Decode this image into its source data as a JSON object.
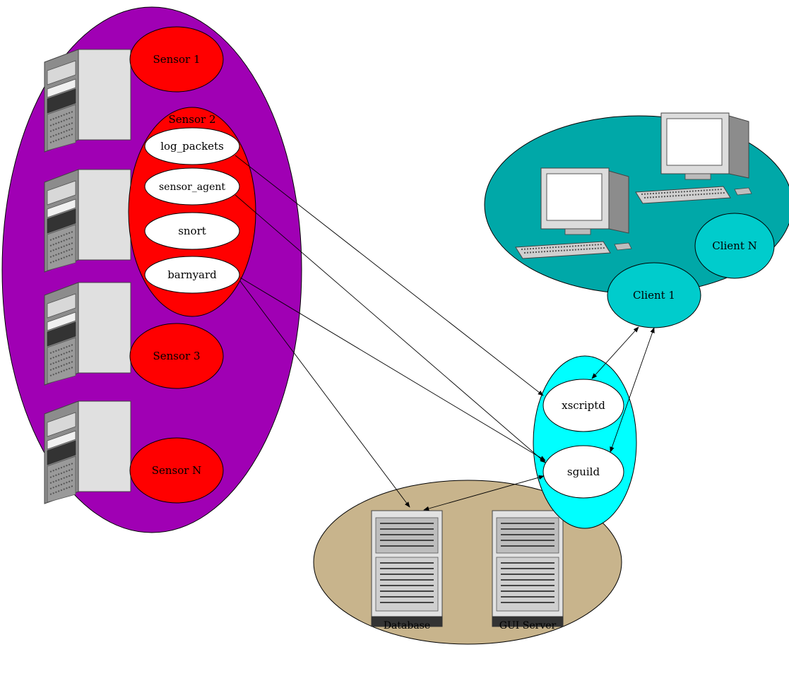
{
  "diagram": {
    "sensors": {
      "sensor1": "Sensor 1",
      "sensor2": "Sensor 2",
      "sensor3": "Sensor 3",
      "sensorN": "Sensor N"
    },
    "processes": {
      "log_packets": "log_packets",
      "sensor_agent": "sensor_agent",
      "snort": "snort",
      "barnyard": "barnyard"
    },
    "server_processes": {
      "xscriptd": "xscriptd",
      "sguild": "sguild"
    },
    "clients": {
      "client1": "Client 1",
      "clientN": "Client N"
    },
    "servers": {
      "database": "Database",
      "gui_server": "GUI Server"
    },
    "colors": {
      "sensor_group": "#a000b4",
      "sensor": "#ff0000",
      "process": "#ffffff",
      "server_group": "#00ffff",
      "client_group": "#00a8a8",
      "client": "#00cccc",
      "storage_group": "#c8b48c"
    }
  }
}
